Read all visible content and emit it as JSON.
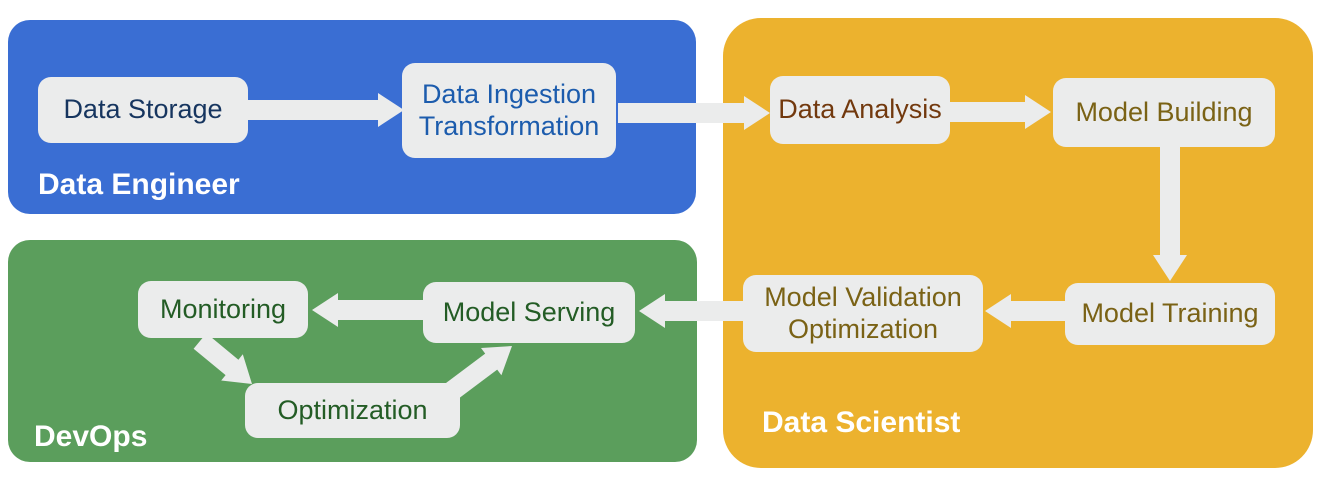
{
  "diagram": {
    "type": "flowchart",
    "colors": {
      "data_engineer_region_bg": "#3a6ed3",
      "data_scientist_region_bg": "#ecb22e",
      "devops_region_bg": "#5b9e5c",
      "node_bg": "#ebecec",
      "arrow_fill": "#ebecec",
      "region_label_text": "#ffffff",
      "data_storage_text": "#16355f",
      "data_ingestion_text": "#1c5cad",
      "data_analysis_text": "#72390e",
      "data_scientist_node_text": "#7a6215",
      "devops_node_text": "#235c25"
    },
    "regions": {
      "data_engineer": {
        "label": "Data Engineer",
        "nodes": {
          "data_storage": {
            "label": "Data Storage"
          },
          "data_ingestion": {
            "line1": "Data Ingestion",
            "line2": "Transformation"
          }
        }
      },
      "data_scientist": {
        "label": "Data Scientist",
        "nodes": {
          "data_analysis": {
            "label": "Data Analysis"
          },
          "model_building": {
            "label": "Model Building"
          },
          "model_training": {
            "label": "Model Training"
          },
          "model_validation": {
            "line1": "Model Validation",
            "line2": "Optimization"
          }
        }
      },
      "devops": {
        "label": "DevOps",
        "nodes": {
          "monitoring": {
            "label": "Monitoring"
          },
          "model_serving": {
            "label": "Model Serving"
          },
          "optimization": {
            "label": "Optimization"
          }
        }
      }
    },
    "edges": [
      {
        "from": "Data Storage",
        "to": "Data Ingestion Transformation",
        "direction": "right"
      },
      {
        "from": "Data Ingestion Transformation",
        "to": "Data Analysis",
        "direction": "right"
      },
      {
        "from": "Data Analysis",
        "to": "Model Building",
        "direction": "right"
      },
      {
        "from": "Model Building",
        "to": "Model Training",
        "direction": "down"
      },
      {
        "from": "Model Training",
        "to": "Model Validation Optimization",
        "direction": "left"
      },
      {
        "from": "Model Validation Optimization",
        "to": "Model Serving",
        "direction": "left"
      },
      {
        "from": "Model Serving",
        "to": "Monitoring",
        "direction": "left"
      },
      {
        "from": "Monitoring",
        "to": "Optimization",
        "direction": "down-right"
      },
      {
        "from": "Optimization",
        "to": "Model Serving",
        "direction": "up-right"
      }
    ]
  }
}
